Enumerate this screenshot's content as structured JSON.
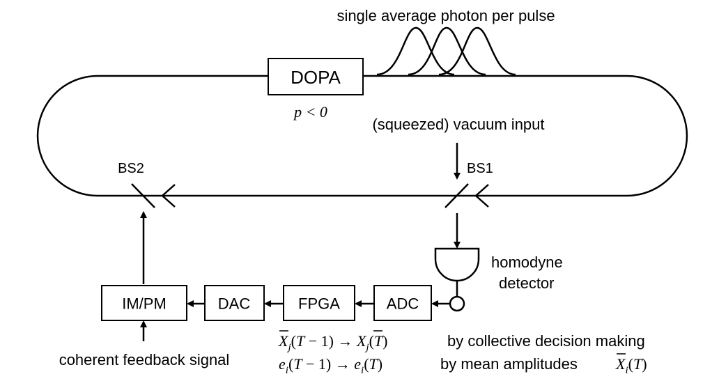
{
  "labels": {
    "pulse_caption": "single average photon per pulse",
    "dopa": "DOPA",
    "dopa_condition": "p < 0",
    "vacuum_input": "(squeezed) vacuum input",
    "bs1": "BS1",
    "bs2": "BS2",
    "homodyne_line1": "homodyne",
    "homodyne_line2": "detector",
    "feedback_signal": "coherent feedback signal",
    "im_pm": "IM/PM",
    "dac": "DAC",
    "fpga": "FPGA",
    "adc": "ADC",
    "update_rule_1_tail": "by collective decision making",
    "update_rule_2_tail": "by mean amplitudes"
  }
}
